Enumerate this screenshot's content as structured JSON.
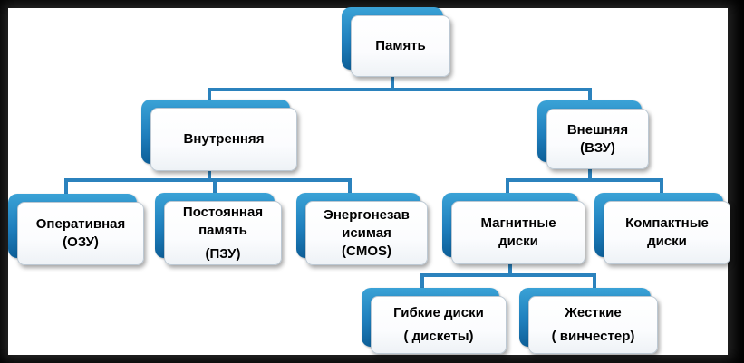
{
  "diagram": {
    "root": {
      "label": "Память"
    },
    "internal": {
      "label": "Внутренняя",
      "children": [
        {
          "lines": [
            "Оперативная",
            "(ОЗУ)"
          ]
        },
        {
          "lines": [
            "Постоянная",
            "память"
          ],
          "extra": "(ПЗУ)"
        },
        {
          "lines": [
            "Энергонезав",
            "исимая",
            "(CMOS)"
          ]
        }
      ]
    },
    "external": {
      "lines": [
        "Внешняя",
        "(ВЗУ)"
      ],
      "children": [
        {
          "lines": [
            "Магнитные",
            "диски"
          ]
        },
        {
          "lines": [
            "Компактные",
            "диски"
          ]
        }
      ],
      "magnetic_children": [
        {
          "lines": [
            "Гибкие диски"
          ],
          "extra": "( дискеты)"
        },
        {
          "lines": [
            "Жесткие"
          ],
          "extra": "( винчестер)"
        }
      ]
    },
    "colors": {
      "accent": "#1f7fbd",
      "connector": "#2b82bd",
      "frame_bg": "#ffffff",
      "outer_bg": "#000000"
    }
  }
}
